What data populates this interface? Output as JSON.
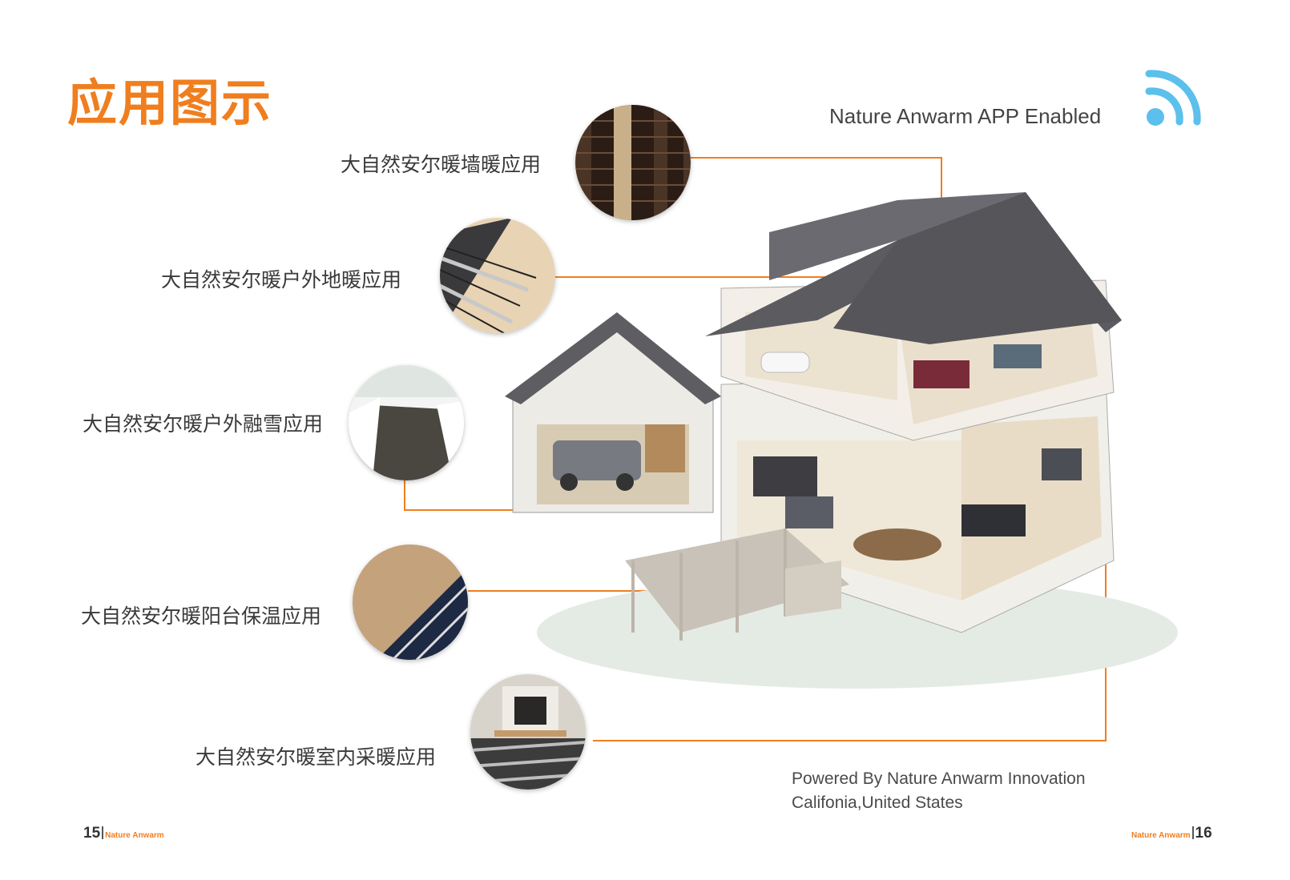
{
  "page": {
    "title": "应用图示",
    "app_text": "Nature Anwarm APP Enabled",
    "powered_line1": "Powered By Nature Anwarm Innovation",
    "powered_line2": "Califonia,United States",
    "accent_color": "#f07e1f"
  },
  "applications": [
    {
      "label": "大自然安尔暖墙暖应用",
      "icon": "wall-heating-photo"
    },
    {
      "label": "大自然安尔暖户外地暖应用",
      "icon": "outdoor-floor-heating-photo"
    },
    {
      "label": "大自然安尔暖户外融雪应用",
      "icon": "snow-melting-photo"
    },
    {
      "label": "大自然安尔暖阳台保温应用",
      "icon": "balcony-heating-photo"
    },
    {
      "label": "大自然安尔暖室内采暖应用",
      "icon": "indoor-heating-photo"
    }
  ],
  "footer": {
    "left_page": "15",
    "left_brand": "Nature Anwarm",
    "right_page": "16",
    "right_brand": "Nature Anwarm"
  }
}
